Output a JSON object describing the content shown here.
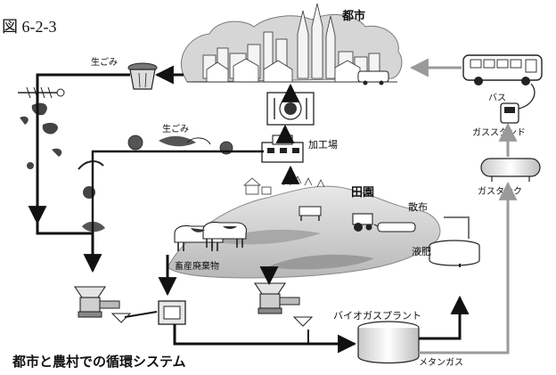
{
  "figure": {
    "number": "図 6-2-3",
    "caption": "都市と農村での循環システム"
  },
  "labels": {
    "city": "都市",
    "bus": "バス",
    "gas_stand": "ガススタンド",
    "gas_tank": "ガスタンク",
    "food_waste_top": "生ごみ",
    "food_waste_mid": "生ごみ",
    "processing_plant": "加工場",
    "countryside": "田園",
    "spreading": "散布",
    "liquid_fertilizer": "液肥",
    "livestock_waste": "畜産廃棄物",
    "biogas_plant": "バイオガスプラント",
    "methane_gas": "メタンガス"
  },
  "icons": {
    "city": "city-skyline-icon",
    "bus": "bus-icon",
    "gas_stand": "gas-pump-icon",
    "gas_tank": "gas-tank-icon",
    "trash": "trash-bin-icon",
    "meal": "meal-plate-icon",
    "factory": "factory-icon",
    "grinder": "grinder-icon",
    "control": "control-box-icon",
    "tractor": "tractor-icon",
    "cows": "cows-icon",
    "fish": "fish-bone-icon",
    "fruit": "fruit-icon"
  }
}
